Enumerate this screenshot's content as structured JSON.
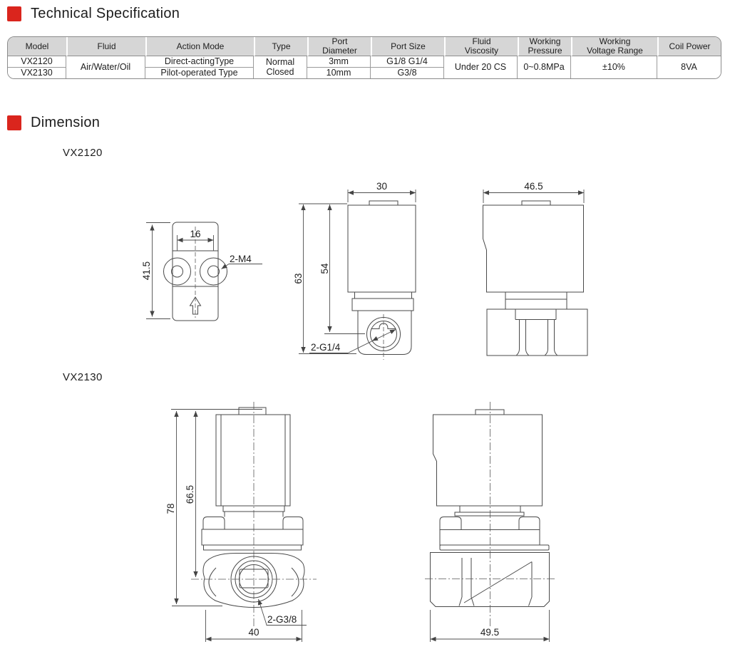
{
  "page": {
    "accent_red": "#da251d",
    "background": "#ffffff"
  },
  "sections": {
    "technical_specification": {
      "title": "Technical Specification"
    },
    "dimension": {
      "title": "Dimension"
    }
  },
  "spec_table": {
    "headers": [
      "Model",
      "Fluid",
      "Action Mode",
      "Type",
      "Port\nDiameter",
      "Port Size",
      "Fluid\nViscosity",
      "Working\nPressure",
      "Working\nVoltage Range",
      "Coil Power"
    ],
    "r1": [
      "VX2120",
      "Air/Water/Oil",
      "Direct-actingType",
      "Normal\nClosed",
      "3mm",
      "G1/8 G1/4",
      "Under 20 CS",
      "0~0.8MPa",
      "±10%",
      "8VA"
    ],
    "r2": [
      "VX2130",
      "Pilot-operated Type",
      "10mm",
      "G3/8"
    ]
  },
  "drawings": {
    "vx2120": {
      "label": "VX2120",
      "top_view": {
        "height": "41.5",
        "hole_spacing": "16",
        "thread": "2-M4"
      },
      "front_view": {
        "width": "30",
        "total_height": "63",
        "coil_height": "54",
        "port": "2-G1/4"
      },
      "side_view": {
        "width": "46.5"
      }
    },
    "vx2130": {
      "label": "VX2130",
      "front_view": {
        "total_height": "78",
        "coil_height": "66.5",
        "port": "2-G3/8",
        "width": "40"
      },
      "side_view": {
        "width": "49.5"
      }
    }
  }
}
